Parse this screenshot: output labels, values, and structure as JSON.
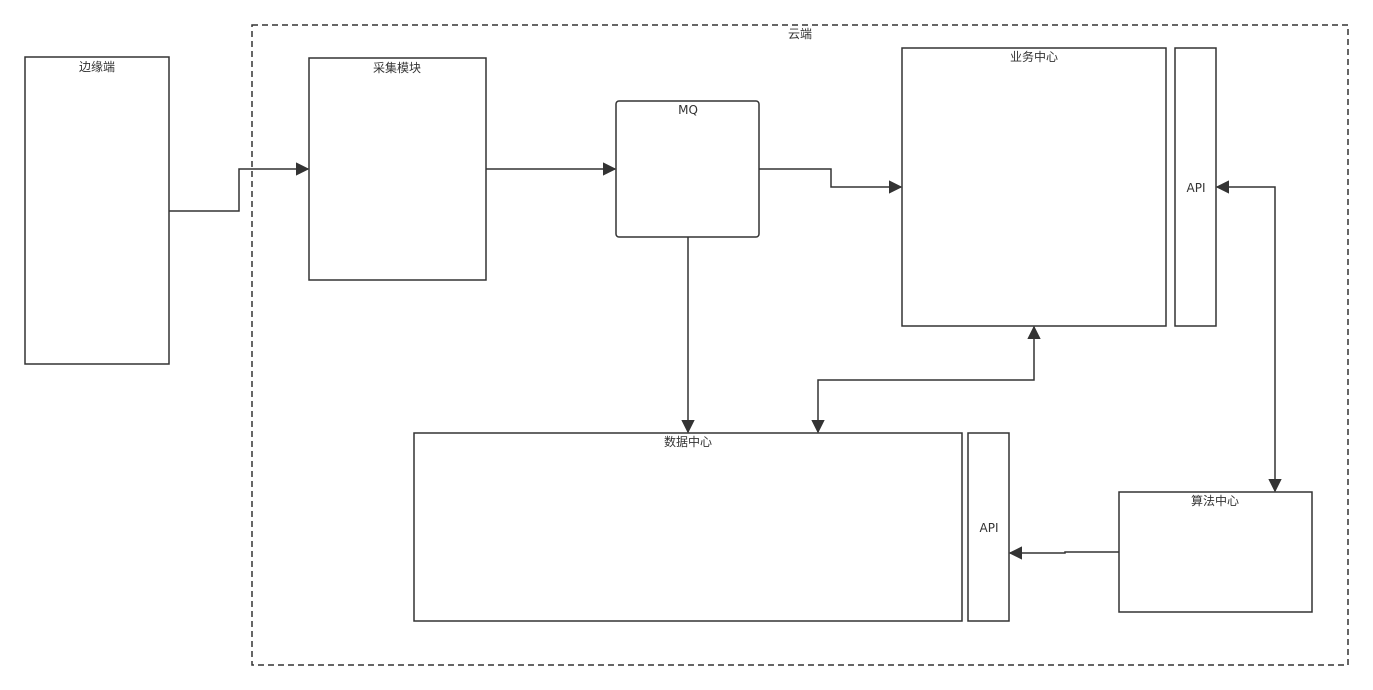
{
  "diagram": {
    "nodes": {
      "cloud": {
        "label": "云端"
      },
      "edge_device": {
        "label": "边缘端"
      },
      "collector": {
        "label": "采集模块"
      },
      "mq": {
        "label": "MQ"
      },
      "business": {
        "label": "业务中心"
      },
      "business_api": {
        "label": "API"
      },
      "data": {
        "label": "数据中心"
      },
      "data_api": {
        "label": "API"
      },
      "algorithm": {
        "label": "算法中心"
      }
    },
    "edges": [
      {
        "from": "edge_device",
        "to": "collector",
        "arrow": "end"
      },
      {
        "from": "collector",
        "to": "mq",
        "arrow": "end"
      },
      {
        "from": "mq",
        "to": "business",
        "arrow": "end"
      },
      {
        "from": "mq",
        "to": "data",
        "arrow": "end"
      },
      {
        "from": "data",
        "to": "business",
        "arrow": "both"
      },
      {
        "from": "business_api",
        "to": "algorithm",
        "arrow": "both"
      },
      {
        "from": "algorithm",
        "to": "data_api",
        "arrow": "end"
      }
    ]
  }
}
